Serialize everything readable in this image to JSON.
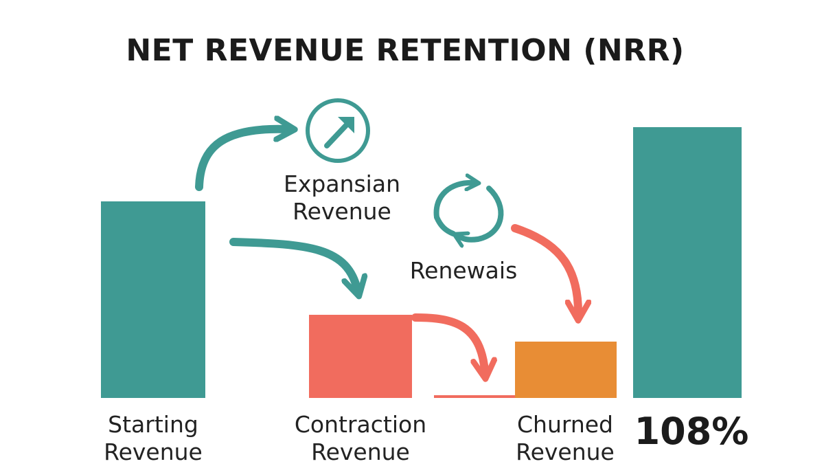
{
  "title": "NET REVENUE RETENTION (NRR)",
  "labels": {
    "starting": "Starting\nRevenue",
    "expansion": "Expansian\nRevenue",
    "renewals": "Renewais",
    "contraction": "Contraction\nRevenue",
    "churned": "Churned\nRevenue"
  },
  "nrr_value": "108%",
  "colors": {
    "teal": "#3f9a93",
    "red": "#f16c5e",
    "orange": "#e88d35"
  },
  "icons": {
    "expansion": "arrow-up-right-circle-icon",
    "renewals": "refresh-cycle-icon"
  }
}
